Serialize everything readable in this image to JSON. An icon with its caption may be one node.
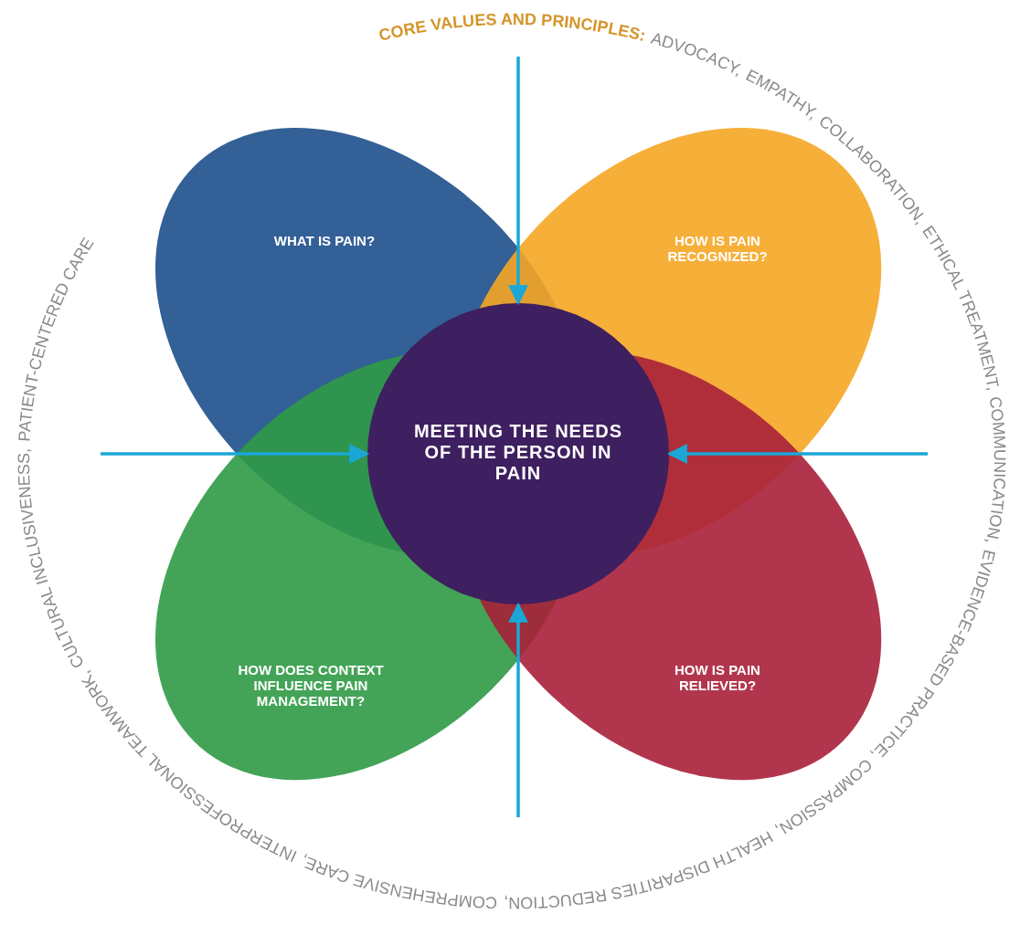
{
  "diagram": {
    "nodes": [
      {
        "text": [
          "WHAT IS PAIN?"
        ]
      },
      {
        "text": [
          "HOW IS PAIN RECOGNIZED?"
        ]
      },
      {
        "text": [
          "MEETING THE NEEDS OF THE PERSON IN PAIN"
        ]
      },
      {
        "text": [
          "HOW DOES CONTEXT INFLUENCE PAIN MANAGEMENT?"
        ]
      },
      {
        "text": [
          "HOW IS PAIN RELIEVED?"
        ]
      }
    ],
    "edges": [
      {
        "from": null,
        "to": 2,
        "arrow": "to"
      },
      {
        "from": null,
        "to": 2,
        "arrow": "to"
      },
      {
        "from": null,
        "to": 2,
        "arrow": "to"
      },
      {
        "from": null,
        "to": 2,
        "arrow": "to"
      }
    ],
    "labels": [
      "CORE VALUES AND PRINCIPLES:",
      "ADVOCACY,",
      "EMPATHY,",
      "COLLABORATION,",
      "ETHICAL TREATMENT,",
      "COMMUNICATION,",
      "EVIDENCE-BASED PRACTICE,",
      "COMPASSION,",
      "HEALTH DISPARITIES REDUCTION,",
      "COMPREHENSIVE CARE,",
      "INTERPROFESSIONAL TEAMWORK,",
      "CULTURAL INCLUSIVENESS,",
      "PATIENT-CENTERED CARE"
    ]
  }
}
